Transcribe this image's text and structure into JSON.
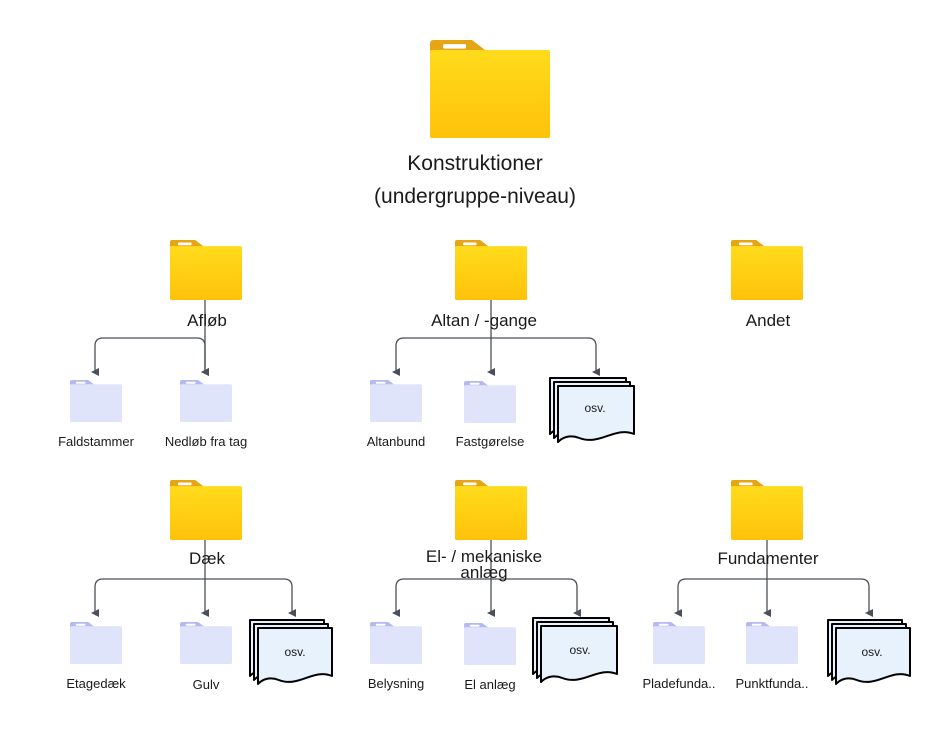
{
  "diagram": {
    "root": {
      "title": "Konstruktioner",
      "subtitle": "(undergruppe-niveau)"
    },
    "groups": [
      {
        "id": "afloeb",
        "label": "Afløb",
        "children": [
          "Faldstammer",
          "Nedløb fra tag"
        ],
        "has_more": false
      },
      {
        "id": "altan",
        "label": "Altan / -gange",
        "children": [
          "Altanbund",
          "Fastgørelse"
        ],
        "has_more": true
      },
      {
        "id": "andet",
        "label": "Andet",
        "children": [],
        "has_more": false
      },
      {
        "id": "daek",
        "label": "Dæk",
        "children": [
          "Etagedæk",
          "Gulv"
        ],
        "has_more": true
      },
      {
        "id": "el",
        "label": "El- / mekaniske\nanlæg",
        "children": [
          "Belysning",
          "El anlæg"
        ],
        "has_more": true
      },
      {
        "id": "fundamenter",
        "label": "Fundamenter",
        "children": [
          "Pladefunda..",
          "Punktfunda.."
        ],
        "has_more": true
      }
    ],
    "more_label": "osv.",
    "colors": {
      "folder_front": "#ffd21f",
      "folder_back": "#e6a514",
      "folder_tab_mark": "#ffffff",
      "subfolder_front": "#dfe4fb",
      "subfolder_back": "#b3baf2",
      "connector": "#4a5058",
      "stack_fill": "#e8f2fd",
      "stack_stroke": "#000000"
    }
  }
}
